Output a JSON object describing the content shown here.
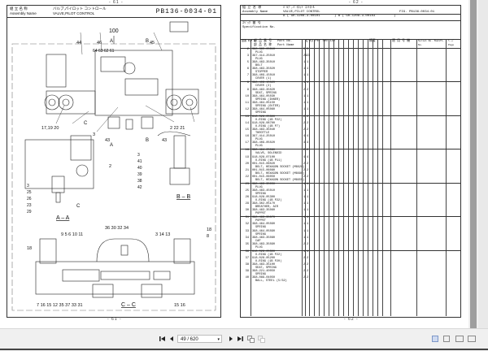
{
  "left_page": {
    "label_jp": "組 立 名 称",
    "label_en": "Assembly Name",
    "name_jp": "バルブ,パイロット コントロール",
    "name_en": "VALVE,PILOT CONTROL",
    "code": "PB136-0034-01",
    "page_number": "- 61 -",
    "callouts": [
      "100",
      "44",
      "46",
      "64",
      "63",
      "62",
      "61",
      "45",
      "17,19",
      "20",
      "2",
      "22",
      "21",
      "3",
      "43",
      "43",
      "2",
      "3",
      "41",
      "40",
      "39",
      "38",
      "42",
      "3",
      "25",
      "26",
      "23",
      "29",
      "18",
      "9",
      "5",
      "6",
      "10",
      "11",
      "36",
      "30",
      "32",
      "34",
      "3",
      "14",
      "13",
      "18",
      "8",
      "7",
      "16",
      "15",
      "12",
      "35",
      "37",
      "33",
      "31",
      "15",
      "16"
    ],
    "section_labels": [
      "A - A",
      "B - B",
      "C - C",
      "A",
      "A",
      "B",
      "B",
      "C",
      "C"
    ]
  },
  "right_page": {
    "label_jp": "組 立 名 称",
    "label_en": "Assembly Name",
    "name_jp": "ﾊﾞﾙﾌﾞ,ﾊﾟｲﾛｯﾄ ｺﾝﾄﾛｰﾙ",
    "name_en": "VALVE,PILOT CONTROL",
    "fig": "FIG. PB136-0034-01",
    "spec_a": "A ( GR-1208-3-00101",
    "spec_b": ") B ( GR-1208-3-00103",
    "spec_close": ")",
    "spec_label_jp": "ｽﾍﾟｯｸ 番 号",
    "spec_label_en": "Specification  No.",
    "headers": {
      "ref": "図番 Ref No.",
      "part_no_jp": "部 品 番 号",
      "part_no_en": "Part   No.",
      "part_name_jp": "部 品 名 称",
      "part_name_en": "Part   Name",
      "qty": "Q'ty Per Section",
      "remarks": "摘要",
      "serial_jp": "適 用 号 機",
      "serial_en": "Serial No. Modifi. No.",
      "page": "ﾍﾟｰｼﾞ Page",
      "sections": [
        "A",
        "B",
        "C",
        "D",
        "E",
        "F",
        "G",
        "H",
        "I",
        "J",
        "K",
        "L",
        "M",
        "N",
        "O"
      ]
    },
    "rows": [
      {
        "no": "2",
        "part": "398-385-05010",
        "name": "PLUG",
        "a": "5",
        "b": "5"
      },
      {
        "no": "3",
        "part": "397-414-25010",
        "name": "PLUG",
        "a": "23",
        "b": "23"
      },
      {
        "no": "5",
        "part": "398-483-35010",
        "name": "BOLT",
        "a": "1",
        "b": "1"
      },
      {
        "no": "6",
        "part": "398-483-35020",
        "name": "STOPPER",
        "a": "1",
        "b": "1"
      },
      {
        "no": "7",
        "part": "398-409-15010",
        "name": "COVER (1)",
        "a": "1",
        "b": "1"
      },
      {
        "no": "8",
        "part": "398-409-15020",
        "name": "COVER (2)",
        "a": "1",
        "b": "1",
        "sep": true
      },
      {
        "no": "9",
        "part": "398-483-35020",
        "name": "SEAT, SPRING",
        "a": "2",
        "b": "2"
      },
      {
        "no": "10",
        "part": "398-464-05030",
        "name": "SPRING (INNER)",
        "a": "1",
        "b": "1"
      },
      {
        "no": "11",
        "part": "398-464-05150",
        "name": "SPRING (OUTER)",
        "a": "1",
        "b": "1"
      },
      {
        "no": "12",
        "part": "398-464-05060",
        "name": "SPRING",
        "a": "1",
        "b": "1"
      },
      {
        "no": "13",
        "part": "918-028-05300",
        "name": "O-RING (1B P22)",
        "a": "2",
        "b": "2",
        "sep": true
      },
      {
        "no": "14",
        "part": "918-028-08700",
        "name": "O-RING (1B P7)",
        "a": "2",
        "b": "2"
      },
      {
        "no": "15",
        "part": "398-483-35040",
        "name": "THROTTLE",
        "a": "2",
        "b": "2"
      },
      {
        "no": "16",
        "part": "397-414-25010",
        "name": "PLUG",
        "a": "4",
        "b": "4"
      },
      {
        "no": "17",
        "part": "398-409-05020",
        "name": "PLUG",
        "a": "4",
        "b": "4"
      },
      {
        "no": "18",
        "part": "398-464-05080",
        "name": "VALVE, SOLENOID",
        "a": "2",
        "b": "2",
        "sep": true
      },
      {
        "no": "19",
        "part": "918-028-07100",
        "name": "O-RING (1B P11)",
        "a": "4",
        "b": "4"
      },
      {
        "no": "20",
        "part": "001-015-06020",
        "name": "BOLT, HEXAGON SOCKET (M6X20)",
        "a": "2",
        "b": "2"
      },
      {
        "no": "21",
        "part": "001-015-06080",
        "name": "BOLT, HEXAGON SOCKET (M6X80)",
        "a": "2",
        "b": "2"
      },
      {
        "no": "22",
        "part": "001-015-06050",
        "name": "BOLT, HEXAGON SOCKET (M6X55)",
        "a": "2",
        "b": "2"
      },
      {
        "no": "23",
        "part": "398-483-35050",
        "name": "PLUG",
        "a": "1",
        "b": "1",
        "sep": true
      },
      {
        "no": "25",
        "part": "398-483-45010",
        "name": "SPRING",
        "a": "1",
        "b": "1"
      },
      {
        "no": "26",
        "part": "918-028-05300",
        "name": "O-RING (1B P22)",
        "a": "1",
        "b": "1"
      },
      {
        "no": "29",
        "part": "398-302-05170",
        "name": "BREATHER, AIR",
        "a": "1",
        "b": "1"
      },
      {
        "no": "30",
        "part": "398-483-35060",
        "name": "POPPET",
        "a": "1",
        "b": "1"
      },
      {
        "no": "31",
        "part": "398-483-35070",
        "name": "POPPET",
        "a": "1",
        "b": "1",
        "sep": true
      },
      {
        "no": "32",
        "part": "398-464-05090",
        "name": "SPRING",
        "a": "1",
        "b": "1"
      },
      {
        "no": "33",
        "part": "398-464-05090",
        "name": "SPRING",
        "a": "1",
        "b": "1"
      },
      {
        "no": "34",
        "part": "398-483-35080",
        "name": "CAP",
        "a": "1",
        "b": "1"
      },
      {
        "no": "35",
        "part": "398-483-35090",
        "name": "PLUG",
        "a": "2",
        "b": "2"
      },
      {
        "no": "36",
        "part": "918-028-05300",
        "name": "O-RING (1B P22)",
        "a": "1",
        "b": "1",
        "sep": true
      },
      {
        "no": "37",
        "part": "918-028-05200",
        "name": "O-RING (1B P20)",
        "a": "2",
        "b": "2"
      },
      {
        "no": "38",
        "part": "398-483-35100",
        "name": "SEAT, SPRING",
        "a": "2",
        "b": "2"
      },
      {
        "no": "39",
        "part": "398-221-40050",
        "name": "SPRING",
        "a": "2",
        "b": "2"
      },
      {
        "no": "40",
        "part": "398-089-04050",
        "name": "BALL, STEEL (5/32)",
        "a": "2",
        "b": "2"
      }
    ],
    "page_number": "- 62 -"
  },
  "toolbar": {
    "first_page_icon": "first-page",
    "prev_page_icon": "prev-page",
    "page_field": "49 / 620",
    "next_page_icon": "next-page",
    "last_page_icon": "last-page",
    "view_modes": [
      "single-page",
      "continuous",
      "two-page",
      "two-page-continuous"
    ],
    "active_view_mode": "single-page"
  },
  "colors": {
    "toolbar_bg": "#f0f0f0",
    "active_view": "#cfdaf0",
    "scrollbar_thumb": "#9e9e9e"
  }
}
